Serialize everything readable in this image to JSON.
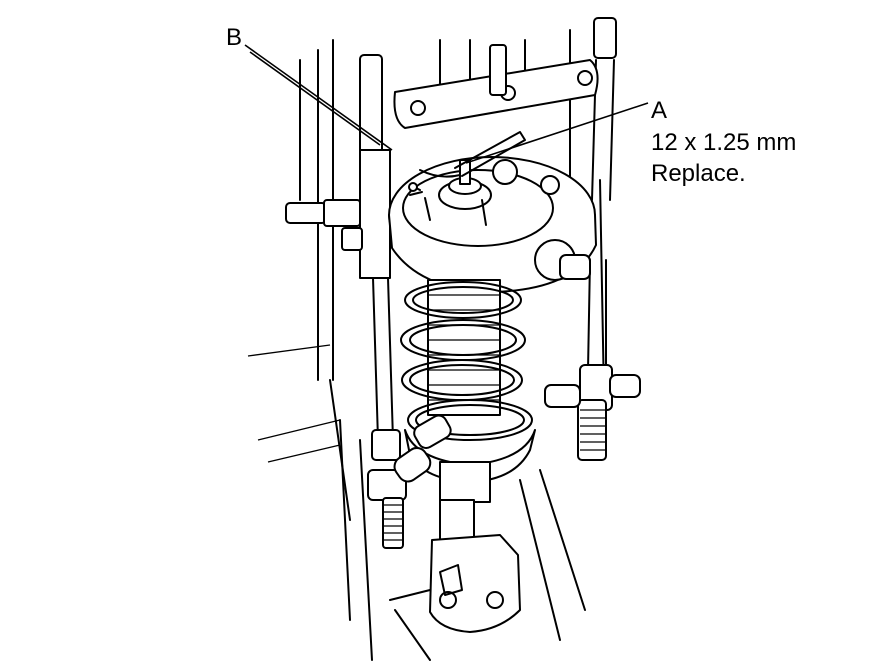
{
  "callouts": {
    "b": {
      "letter": "B"
    },
    "a": {
      "letter": "A",
      "line1": "12 x 1.25 mm",
      "line2": "Replace."
    }
  },
  "colors": {
    "ink": "#000000",
    "paper": "#ffffff"
  }
}
